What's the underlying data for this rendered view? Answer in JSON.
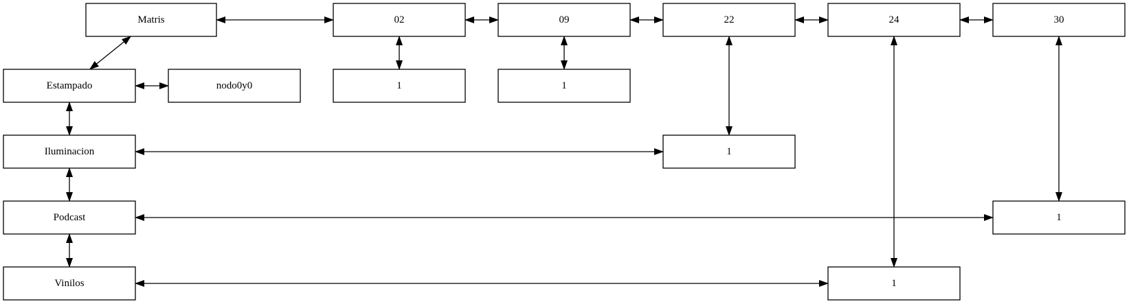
{
  "nodes": {
    "matris": "Matris",
    "col_02": "02",
    "col_09": "09",
    "col_22": "22",
    "col_24": "24",
    "col_30": "30",
    "row_estampado": "Estampado",
    "row_iluminacion": "Iluminacion",
    "row_podcast": "Podcast",
    "row_vinilos": "Vinilos",
    "cell_nodo0y0": "nodo0y0",
    "cell_estampado_02": "1",
    "cell_estampado_09": "1",
    "cell_iluminacion_22": "1",
    "cell_podcast_30": "1",
    "cell_vinilos_24": "1"
  },
  "edges": [
    {
      "from": "matris",
      "to": "col_02",
      "direction": "both"
    },
    {
      "from": "col_02",
      "to": "col_09",
      "direction": "both"
    },
    {
      "from": "col_09",
      "to": "col_22",
      "direction": "both"
    },
    {
      "from": "col_22",
      "to": "col_24",
      "direction": "both"
    },
    {
      "from": "col_24",
      "to": "col_30",
      "direction": "both"
    },
    {
      "from": "matris",
      "to": "row_estampado",
      "direction": "both"
    },
    {
      "from": "row_estampado",
      "to": "cell_nodo0y0",
      "direction": "both"
    },
    {
      "from": "row_estampado",
      "to": "row_iluminacion",
      "direction": "both"
    },
    {
      "from": "row_iluminacion",
      "to": "row_podcast",
      "direction": "both"
    },
    {
      "from": "row_podcast",
      "to": "row_vinilos",
      "direction": "both"
    },
    {
      "from": "col_02",
      "to": "cell_estampado_02",
      "direction": "both"
    },
    {
      "from": "col_09",
      "to": "cell_estampado_09",
      "direction": "both"
    },
    {
      "from": "col_22",
      "to": "cell_iluminacion_22",
      "direction": "both"
    },
    {
      "from": "col_24",
      "to": "cell_vinilos_24",
      "direction": "both"
    },
    {
      "from": "col_30",
      "to": "cell_podcast_30",
      "direction": "both"
    },
    {
      "from": "row_iluminacion",
      "to": "cell_iluminacion_22",
      "direction": "both"
    },
    {
      "from": "row_podcast",
      "to": "cell_podcast_30",
      "direction": "both"
    },
    {
      "from": "row_vinilos",
      "to": "cell_vinilos_24",
      "direction": "both"
    }
  ]
}
